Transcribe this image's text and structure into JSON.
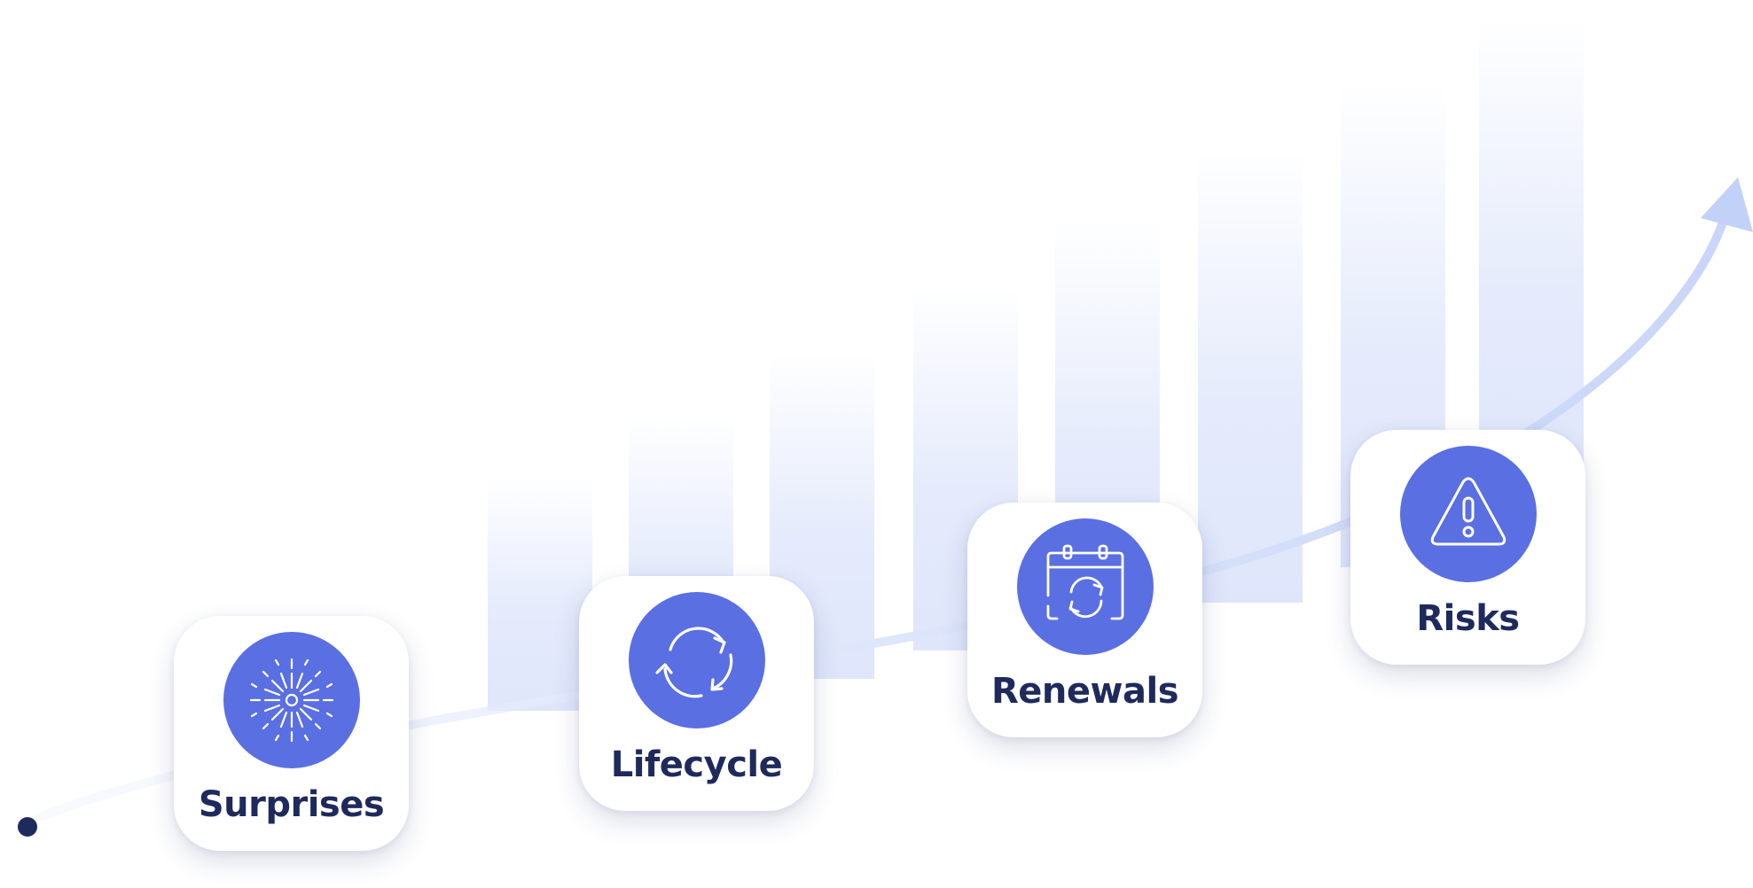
{
  "steps": [
    {
      "label": "Surprises",
      "icon": "sparkle-burst-icon"
    },
    {
      "label": "Lifecycle",
      "icon": "refresh-cycle-icon"
    },
    {
      "label": "Renewals",
      "icon": "calendar-refresh-icon"
    },
    {
      "label": "Risks",
      "icon": "warning-triangle-icon"
    }
  ],
  "colors": {
    "icon_circle": "#5a6fe2",
    "label_text": "#1f2a5c",
    "bar_fill": "#dfe6fb",
    "curve": "#d3ddf9",
    "arrow_head": "#c2d1f8",
    "start_dot": "#1f2a5c"
  }
}
